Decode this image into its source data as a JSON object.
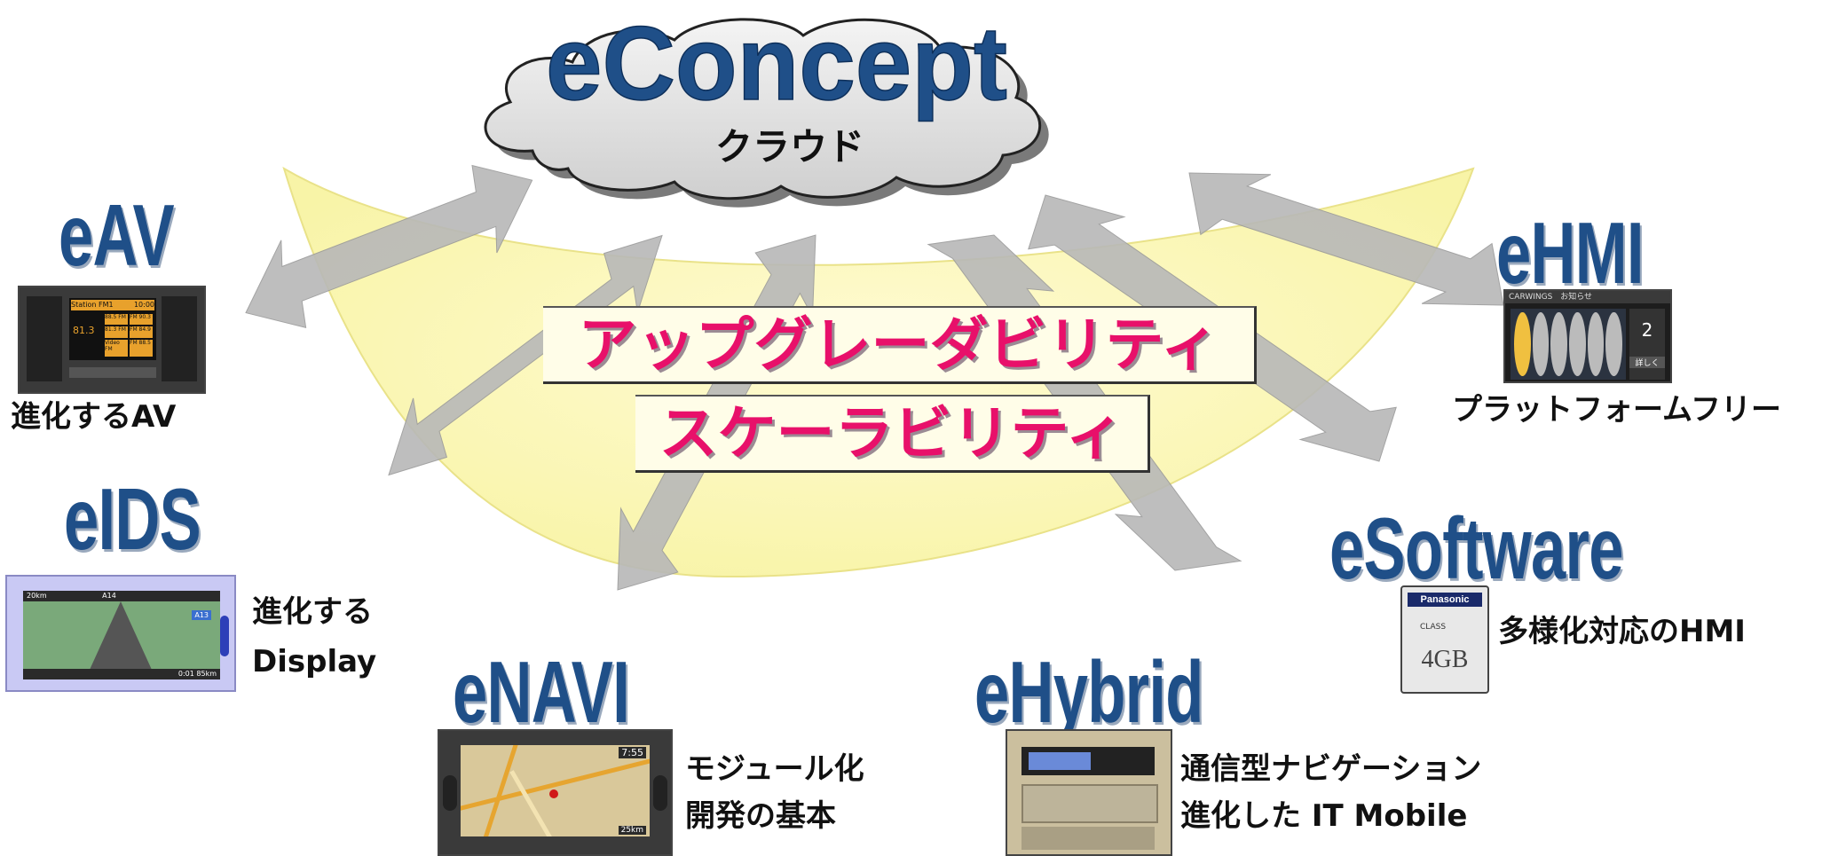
{
  "cloud": {
    "title": "eConcept",
    "subtitle": "クラウド"
  },
  "center": {
    "line1": "アップグレーダビリティ",
    "line2": "スケーラビリティ"
  },
  "nodes": [
    {
      "id": "eav",
      "title": "eAV",
      "caption": "進化するAV"
    },
    {
      "id": "eids",
      "title": "eIDS",
      "caption": [
        "進化する",
        "Display"
      ]
    },
    {
      "id": "enavi",
      "title": "eNAVI",
      "caption": [
        "モジュール化",
        "開発の基本"
      ]
    },
    {
      "id": "ehybrid",
      "title": "eHybrid",
      "caption": [
        "通信型ナビゲーション",
        "進化した IT Mobile"
      ]
    },
    {
      "id": "esoftware",
      "title": "eSoftware",
      "caption": "多様化対応のHMI"
    },
    {
      "id": "ehmi",
      "title": "eHMI",
      "caption": "プラットフォームフリー"
    }
  ],
  "screens": {
    "av": {
      "station": "Station FM1",
      "time": "10:00",
      "freq": "81.3",
      "presets": [
        "88.5 FM",
        "FM 90.3",
        "81.3 FM",
        "FM 84.9",
        "Video FM",
        "FM 88.5"
      ]
    },
    "ids": {
      "left": "20km",
      "road": "A14",
      "tag": "A13",
      "bottom": "0:01 85km"
    },
    "navi": {
      "time": "7:55",
      "scale": "25km"
    },
    "hmi": {
      "brand": "CARWINGS",
      "title": "お知らせ",
      "side_top": "2",
      "side_bottom": "詳しく"
    },
    "sd": {
      "brand": "Panasonic",
      "class": "CLASS",
      "capacity": "4GB"
    }
  },
  "colors": {
    "title_blue": "#1f4f88",
    "accent_pink": "#e8106a",
    "arrow_gray": "#b8b8b8",
    "glow_yellow": "#fbf8a8"
  }
}
